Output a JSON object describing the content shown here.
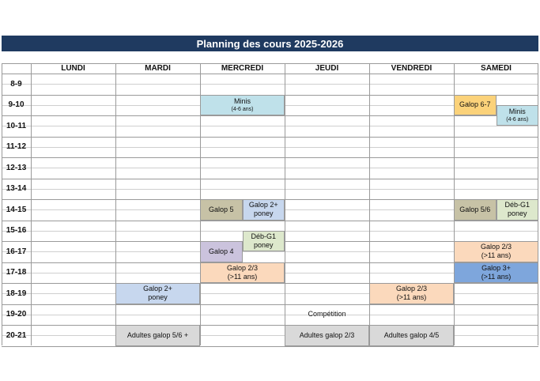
{
  "title": "Planning des cours 2025-2026",
  "days": [
    "LUNDI",
    "MARDI",
    "MERCREDI",
    "JEUDI",
    "VENDREDI",
    "SAMEDI"
  ],
  "hours": [
    "8-9",
    "9-10",
    "10-11",
    "11-12",
    "12-13",
    "13-14",
    "14-15",
    "15-16",
    "16-17",
    "17-18",
    "18-19",
    "19-20",
    "20-21"
  ],
  "colors": {
    "header": "#1f3a60",
    "light_blue": "#bfe1ea",
    "orange": "#fbd9bc",
    "olive": "#c7c2a6",
    "pale_green": "#dde8cc",
    "lavender": "#cbc3dd",
    "steel_blue": "#c7d7ee",
    "yellow": "#fbd27a",
    "blue": "#7ea6dc",
    "grey": "#d9d9d9"
  },
  "events": [
    {
      "id": "minis-mercredi",
      "day": 2,
      "start": 1,
      "span": 1,
      "label": "Minis",
      "sub": "(4-6 ans)",
      "color": "light_blue"
    },
    {
      "id": "galop67-samedi",
      "day": 5,
      "half": "left",
      "start": 1,
      "span": 1,
      "label": "Galop 6-7",
      "color": "yellow"
    },
    {
      "id": "minis-samedi",
      "day": 5,
      "half": "right",
      "start": 1.5,
      "span": 1,
      "label": "Minis",
      "sub": "(4-6 ans)",
      "color": "light_blue"
    },
    {
      "id": "galop5-mercredi",
      "day": 2,
      "half": "left",
      "start": 6,
      "span": 1,
      "label": "Galop 5",
      "color": "olive"
    },
    {
      "id": "galop2p-poney-mercredi",
      "day": 2,
      "half": "right",
      "start": 6,
      "span": 1,
      "label": "Galop 2+",
      "label2": "poney",
      "color": "steel_blue"
    },
    {
      "id": "galop56-samedi",
      "day": 5,
      "half": "left",
      "start": 6,
      "span": 1,
      "label": "Galop 5/6",
      "color": "olive"
    },
    {
      "id": "debg1-poney-samedi",
      "day": 5,
      "half": "right",
      "start": 6,
      "span": 1,
      "label": "Déb-G1",
      "label2": "poney",
      "color": "pale_green"
    },
    {
      "id": "debg1-poney-mercredi",
      "day": 2,
      "half": "right",
      "start": 7.5,
      "span": 1,
      "label": "Déb-G1",
      "label2": "poney",
      "color": "pale_green"
    },
    {
      "id": "galop4-mercredi",
      "day": 2,
      "half": "left",
      "start": 8,
      "span": 1,
      "label": "Galop 4",
      "color": "lavender"
    },
    {
      "id": "galop23-samedi",
      "day": 5,
      "start": 8,
      "span": 1,
      "label": "Galop 2/3",
      "label2": "(>11 ans)",
      "color": "orange"
    },
    {
      "id": "galop23-mercredi",
      "day": 2,
      "start": 9,
      "span": 1,
      "label": "Galop 2/3",
      "label2": "(>11 ans)",
      "color": "orange"
    },
    {
      "id": "galop3p-samedi",
      "day": 5,
      "start": 9,
      "span": 1,
      "label": "Galop 3+",
      "label2": "(>11 ans)",
      "color": "blue"
    },
    {
      "id": "galop2p-poney-mardi",
      "day": 1,
      "start": 10,
      "span": 1,
      "label": "Galop 2+",
      "label2": "poney",
      "color": "steel_blue"
    },
    {
      "id": "galop23-vendredi",
      "day": 4,
      "start": 10,
      "span": 1,
      "label": "Galop 2/3",
      "label2": "(>11 ans)",
      "color": "orange"
    },
    {
      "id": "competition-jeudi",
      "day": 3,
      "start": 11,
      "span": 1,
      "label": "Compétition",
      "color": "none"
    },
    {
      "id": "adultes56-mardi",
      "day": 1,
      "start": 12,
      "span": 1,
      "label": "Adultes galop 5/6 +",
      "color": "grey"
    },
    {
      "id": "adultes23-jeudi",
      "day": 3,
      "start": 12,
      "span": 1,
      "label": "Adultes galop 2/3",
      "color": "grey"
    },
    {
      "id": "adultes45-vendredi",
      "day": 4,
      "start": 12,
      "span": 1,
      "label": "Adultes galop 4/5",
      "color": "grey"
    }
  ]
}
